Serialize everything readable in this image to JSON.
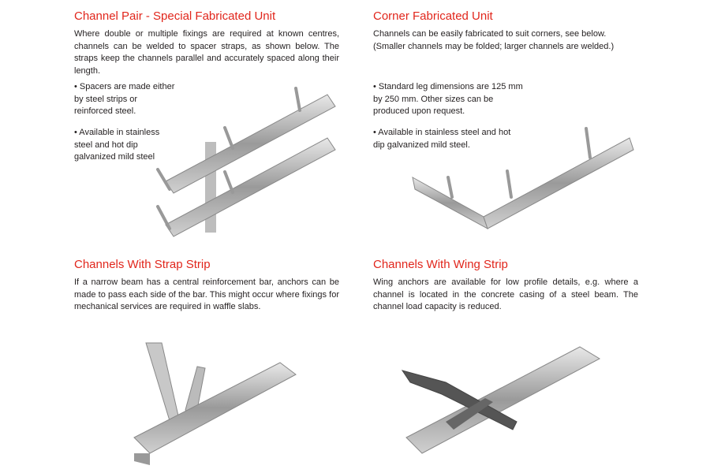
{
  "sections": [
    {
      "title": "Channel Pair - Special Fabricated Unit",
      "body": "Where double or multiple fixings are required at known centres, channels can be welded to spacer straps, as shown below. The straps keep the channels parallel and accurately spaced along their length.",
      "bullets": [
        "• Spacers are made either by steel strips or reinforced steel.",
        "• Available in stainless steel and hot dip galvanized mild steel"
      ]
    },
    {
      "title": "Corner Fabricated Unit",
      "body": "Channels can be easily fabricated to suit corners, see below. (Smaller channels may be folded; larger channels are welded.)",
      "bullets": [
        "• Standard leg dimensions are 125 mm by 250 mm. Other sizes can be produced upon request.",
        "• Available in stainless steel and hot dip galvanized mild steel."
      ]
    },
    {
      "title": "Channels With Strap Strip",
      "body": "If a narrow beam has a central reinforcement bar, anchors can be made to pass each side of the bar. This might occur where fixings for mechanical services are required in waffle slabs."
    },
    {
      "title": "Channels With Wing Strip",
      "body": "Wing anchors are available for low profile details, e.g. where a channel is located in the concrete casing of a steel beam. The channel load capacity is reduced."
    }
  ]
}
